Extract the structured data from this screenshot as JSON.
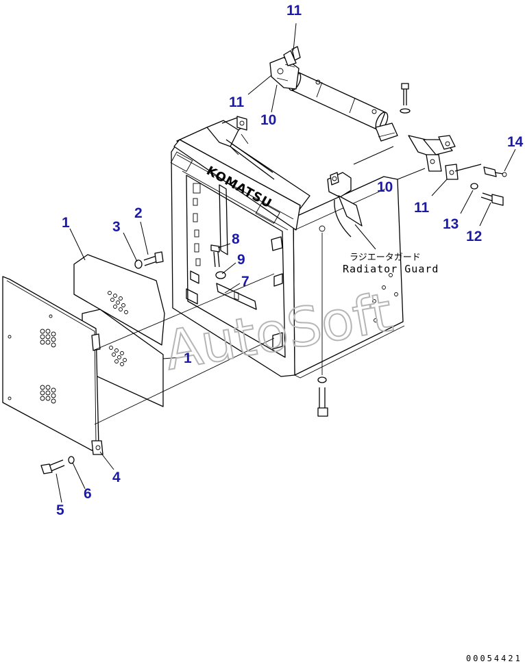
{
  "callouts": {
    "c1a": "1",
    "c1b": "1",
    "c2": "2",
    "c3": "3",
    "c4": "4",
    "c5": "5",
    "c6": "6",
    "c7": "7",
    "c8": "8",
    "c9": "9",
    "c10a": "10",
    "c10b": "10",
    "c11a": "11",
    "c11b": "11",
    "c11c": "11",
    "c12": "12",
    "c13": "13",
    "c14": "14"
  },
  "annotation": {
    "jp": "ラジエータガード",
    "en": "Radiator Guard"
  },
  "logo": "KOMATSU",
  "watermark": "AutoSoft",
  "doc_number": "00054421",
  "colors": {
    "callout": "#1a1aa6",
    "line": "#000000",
    "watermark": "#b5b5b5"
  }
}
